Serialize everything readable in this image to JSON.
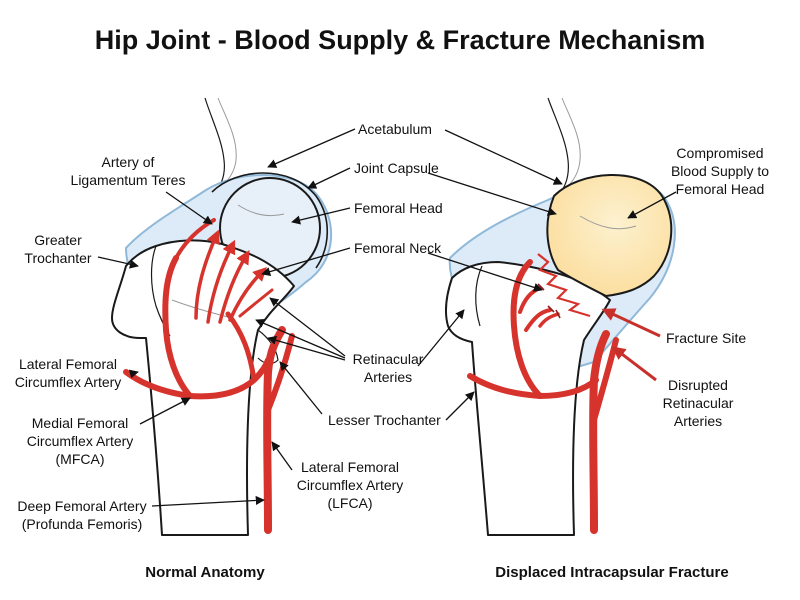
{
  "title": "Hip Joint - Blood Supply & Fracture Mechanism",
  "colors": {
    "artery": "#d7332d",
    "artery_dark": "#8e1d1a",
    "capsule_fill": "#dcebf7",
    "capsule_stroke": "#8fb8d9",
    "head_normal": "#e7f0f8",
    "head_compromised": "#fbdb98",
    "arrow_red": "#c8302b"
  },
  "captions": {
    "left": "Normal Anatomy",
    "right": "Displaced Intracapsular Fracture"
  },
  "labels": {
    "acetabulum": "Acetabulum",
    "joint_capsule": "Joint Capsule",
    "femoral_head": "Femoral Head",
    "femoral_neck": "Femoral Neck",
    "artery_lig_teres_1": "Artery of",
    "artery_lig_teres_2": "Ligamentum Teres",
    "greater_troch_1": "Greater",
    "greater_troch_2": "Trochanter",
    "retinacular_1": "Retinacular",
    "retinacular_2": "Arteries",
    "lfca_left_1": "Lateral Femoral",
    "lfca_left_2": "Circumflex Artery",
    "mfca_1": "Medial Femoral",
    "mfca_2": "Circumflex Artery",
    "mfca_3": "(MFCA)",
    "lesser_troch": "Lesser Trochanter",
    "lfca_center_1": "Lateral Femoral",
    "lfca_center_2": "Circumflex Artery",
    "lfca_center_3": "(LFCA)",
    "deep_femoral_1": "Deep Femoral Artery",
    "deep_femoral_2": "(Profunda Femoris)",
    "compromised_1": "Compromised",
    "compromised_2": "Blood Supply to",
    "compromised_3": "Femoral Head",
    "fracture_site": "Fracture Site",
    "disrupted_1": "Disrupted",
    "disrupted_2": "Retinacular",
    "disrupted_3": "Arteries"
  }
}
